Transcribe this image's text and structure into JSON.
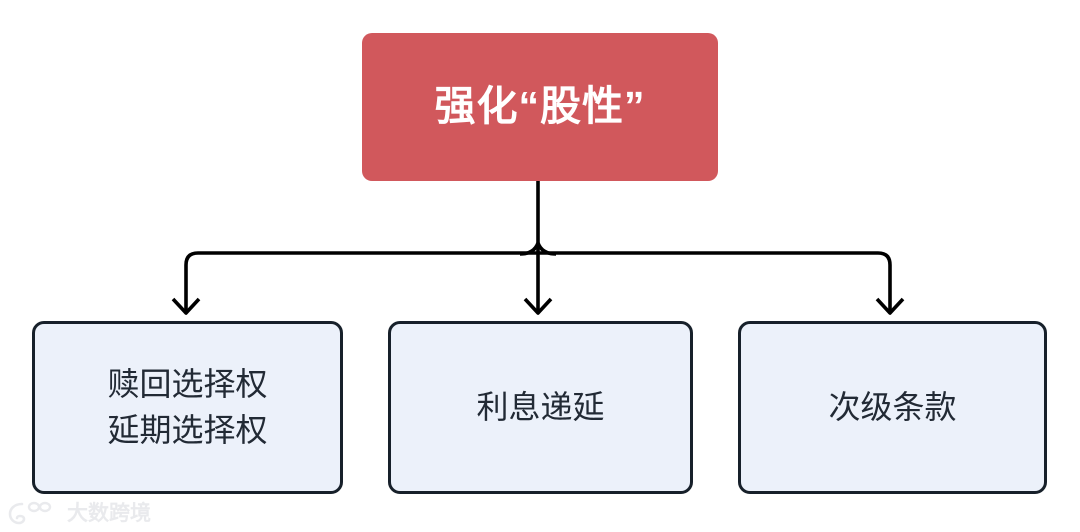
{
  "diagram": {
    "type": "hierarchy-tree",
    "background_color": "#ffffff",
    "root": {
      "label": "强化“股性”",
      "fill_color": "#d1585c",
      "text_color": "#ffffff"
    },
    "children": [
      {
        "label": "赎回选择权\n延期选择权",
        "fill_color": "#ecf1fa",
        "border_color": "#17202a",
        "text_color": "#222a35"
      },
      {
        "label": "利息递延",
        "fill_color": "#ecf1fa",
        "border_color": "#17202a",
        "text_color": "#222a35"
      },
      {
        "label": "次级条款",
        "fill_color": "#ecf1fa",
        "border_color": "#17202a",
        "text_color": "#222a35"
      }
    ],
    "connector_color": "#000000"
  },
  "watermark": {
    "text": "大数跨境",
    "logo_icon": "watermark-logo-icon"
  }
}
